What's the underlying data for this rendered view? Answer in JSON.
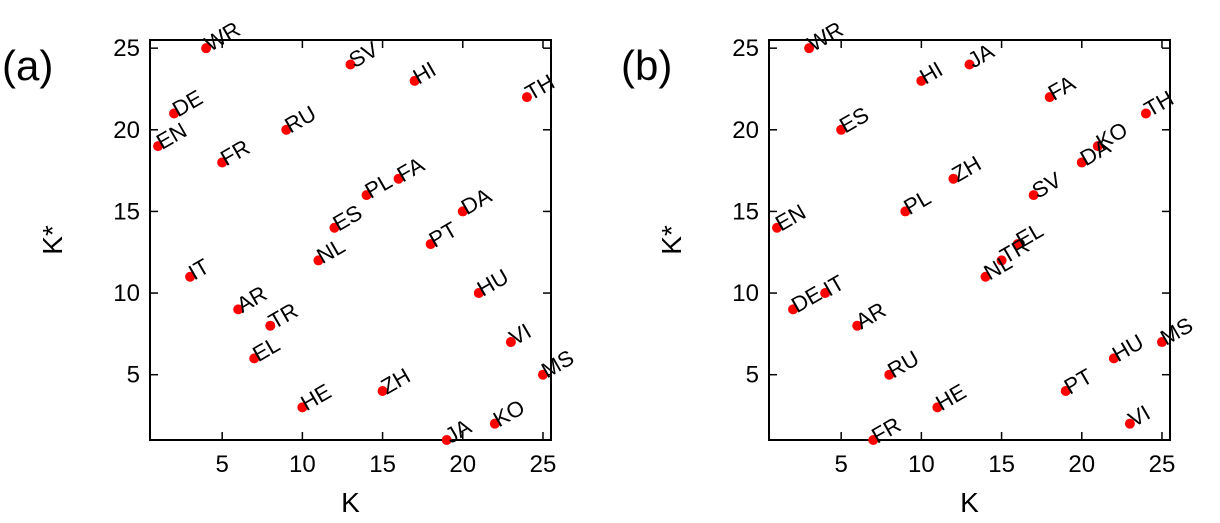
{
  "chart_data": [
    {
      "type": "scatter",
      "panel_label": "(a)",
      "xlabel": "K",
      "ylabel": "K*",
      "xlim": [
        0.5,
        25.5
      ],
      "ylim": [
        1,
        25.5
      ],
      "xticks": [
        5,
        10,
        15,
        20,
        25
      ],
      "yticks": [
        5,
        10,
        15,
        20,
        25
      ],
      "marker_color": "#ff0000",
      "grid": false,
      "points": [
        {
          "label": "WR",
          "x": 4,
          "y": 25
        },
        {
          "label": "SV",
          "x": 13,
          "y": 24
        },
        {
          "label": "HI",
          "x": 17,
          "y": 23
        },
        {
          "label": "TH",
          "x": 24,
          "y": 22
        },
        {
          "label": "DE",
          "x": 2,
          "y": 21
        },
        {
          "label": "RU",
          "x": 9,
          "y": 20
        },
        {
          "label": "EN",
          "x": 1,
          "y": 19
        },
        {
          "label": "FR",
          "x": 5,
          "y": 18
        },
        {
          "label": "FA",
          "x": 16,
          "y": 17
        },
        {
          "label": "PL",
          "x": 14,
          "y": 16
        },
        {
          "label": "DA",
          "x": 20,
          "y": 15
        },
        {
          "label": "ES",
          "x": 12,
          "y": 14
        },
        {
          "label": "PT",
          "x": 18,
          "y": 13
        },
        {
          "label": "NL",
          "x": 11,
          "y": 12
        },
        {
          "label": "IT",
          "x": 3,
          "y": 11
        },
        {
          "label": "HU",
          "x": 21,
          "y": 10
        },
        {
          "label": "AR",
          "x": 6,
          "y": 9
        },
        {
          "label": "TR",
          "x": 8,
          "y": 8
        },
        {
          "label": "VI",
          "x": 23,
          "y": 7
        },
        {
          "label": "EL",
          "x": 7,
          "y": 6
        },
        {
          "label": "MS",
          "x": 25,
          "y": 5
        },
        {
          "label": "ZH",
          "x": 15,
          "y": 4
        },
        {
          "label": "HE",
          "x": 10,
          "y": 3
        },
        {
          "label": "KO",
          "x": 22,
          "y": 2
        },
        {
          "label": "JA",
          "x": 19,
          "y": 1
        }
      ]
    },
    {
      "type": "scatter",
      "panel_label": "(b)",
      "xlabel": "K",
      "ylabel": "K*",
      "xlim": [
        0.5,
        25.5
      ],
      "ylim": [
        1,
        25.5
      ],
      "xticks": [
        5,
        10,
        15,
        20,
        25
      ],
      "yticks": [
        5,
        10,
        15,
        20,
        25
      ],
      "marker_color": "#ff0000",
      "grid": false,
      "points": [
        {
          "label": "WR",
          "x": 3,
          "y": 25
        },
        {
          "label": "JA",
          "x": 13,
          "y": 24
        },
        {
          "label": "HI",
          "x": 10,
          "y": 23
        },
        {
          "label": "FA",
          "x": 18,
          "y": 22
        },
        {
          "label": "TH",
          "x": 24,
          "y": 21
        },
        {
          "label": "ES",
          "x": 5,
          "y": 20
        },
        {
          "label": "KO",
          "x": 21,
          "y": 19
        },
        {
          "label": "DA",
          "x": 20,
          "y": 18
        },
        {
          "label": "ZH",
          "x": 12,
          "y": 17
        },
        {
          "label": "SV",
          "x": 17,
          "y": 16
        },
        {
          "label": "PL",
          "x": 9,
          "y": 15
        },
        {
          "label": "EN",
          "x": 1,
          "y": 14
        },
        {
          "label": "EL",
          "x": 16,
          "y": 13
        },
        {
          "label": "TR",
          "x": 15,
          "y": 12
        },
        {
          "label": "NL",
          "x": 14,
          "y": 11
        },
        {
          "label": "IT",
          "x": 4,
          "y": 10
        },
        {
          "label": "DE",
          "x": 2,
          "y": 9
        },
        {
          "label": "AR",
          "x": 6,
          "y": 8
        },
        {
          "label": "MS",
          "x": 25,
          "y": 7
        },
        {
          "label": "HU",
          "x": 22,
          "y": 6
        },
        {
          "label": "RU",
          "x": 8,
          "y": 5
        },
        {
          "label": "PT",
          "x": 19,
          "y": 4
        },
        {
          "label": "HE",
          "x": 11,
          "y": 3
        },
        {
          "label": "VI",
          "x": 23,
          "y": 2
        },
        {
          "label": "FR",
          "x": 7,
          "y": 1
        }
      ]
    }
  ]
}
